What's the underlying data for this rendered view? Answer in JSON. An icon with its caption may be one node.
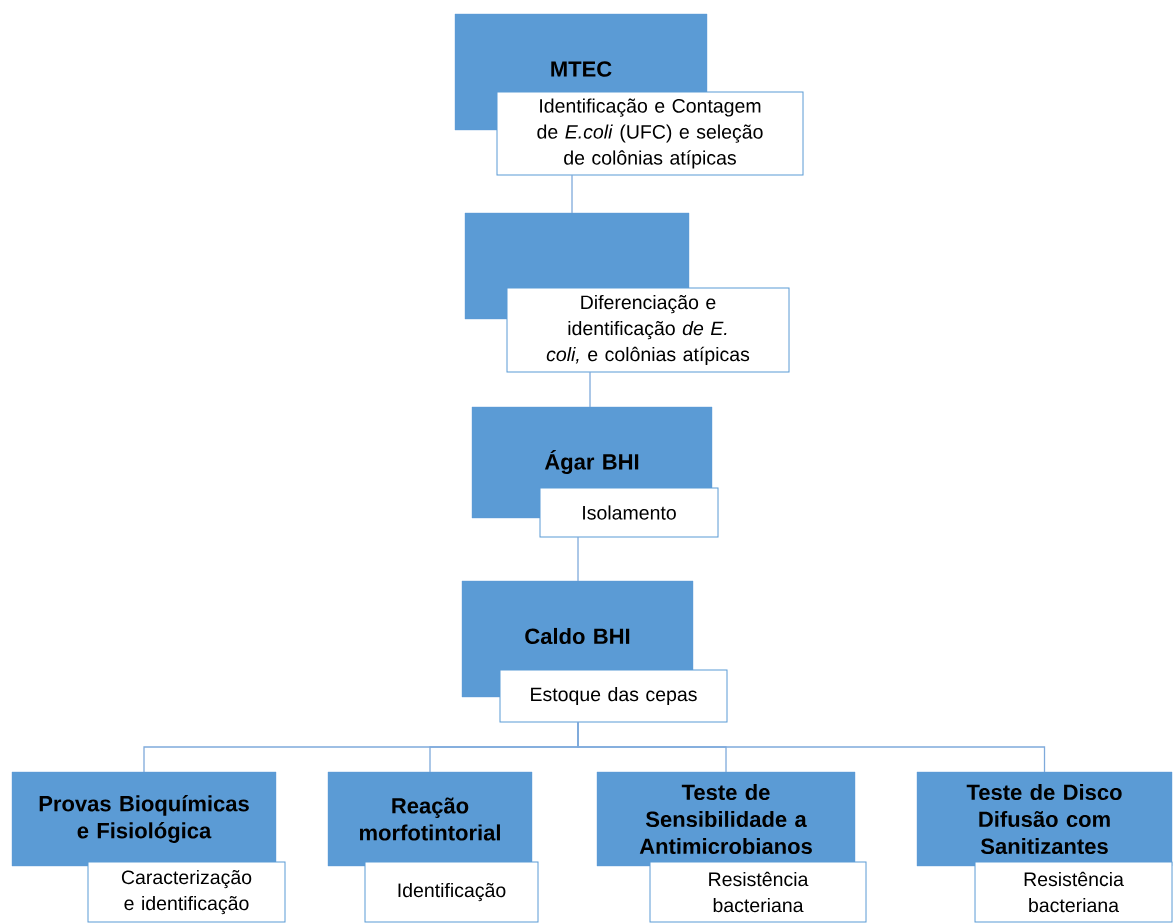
{
  "diagram": {
    "nodes": [
      {
        "text": [
          "MTEC"
        ]
      },
      {
        "text": [
          "Identificação e Contagem de *E.coli* (UFC) e seleção de colônias atípicas"
        ]
      },
      {
        "text": [],
        "shape": "box"
      },
      {
        "text": [
          "Diferenciação e identificação *de E. coli,* e colônias atípicas"
        ]
      },
      {
        "text": [
          "Ágar BHI"
        ]
      },
      {
        "text": [
          "Isolamento"
        ]
      },
      {
        "text": [
          "Caldo BHI"
        ]
      },
      {
        "text": [
          "Estoque das cepas"
        ]
      },
      {
        "text": [
          "Provas Bioquímicas e Fisiológica"
        ]
      },
      {
        "text": [
          "Caracterização e identificação"
        ]
      },
      {
        "text": [
          "Reação morfotintorial"
        ]
      },
      {
        "text": [
          "Identificação"
        ]
      },
      {
        "text": [
          "Teste de Sensibilidade a Antimicrobianos"
        ]
      },
      {
        "text": [
          "Resistência bacteriana"
        ]
      },
      {
        "text": [
          "Teste de Disco Difusão com Sanitizantes"
        ]
      },
      {
        "text": [
          "Resistência bacteriana"
        ]
      }
    ],
    "edges": [
      {
        "from": 1,
        "to": 2,
        "arrow": "none"
      },
      {
        "from": 3,
        "to": 4,
        "arrow": "none"
      },
      {
        "from": 5,
        "to": 6,
        "arrow": "none"
      },
      {
        "from": 7,
        "to": 8,
        "arrow": "none"
      },
      {
        "from": 7,
        "to": 10,
        "arrow": "none"
      },
      {
        "from": 7,
        "to": 12,
        "arrow": "none"
      },
      {
        "from": 7,
        "to": 14,
        "arrow": "none"
      }
    ]
  }
}
